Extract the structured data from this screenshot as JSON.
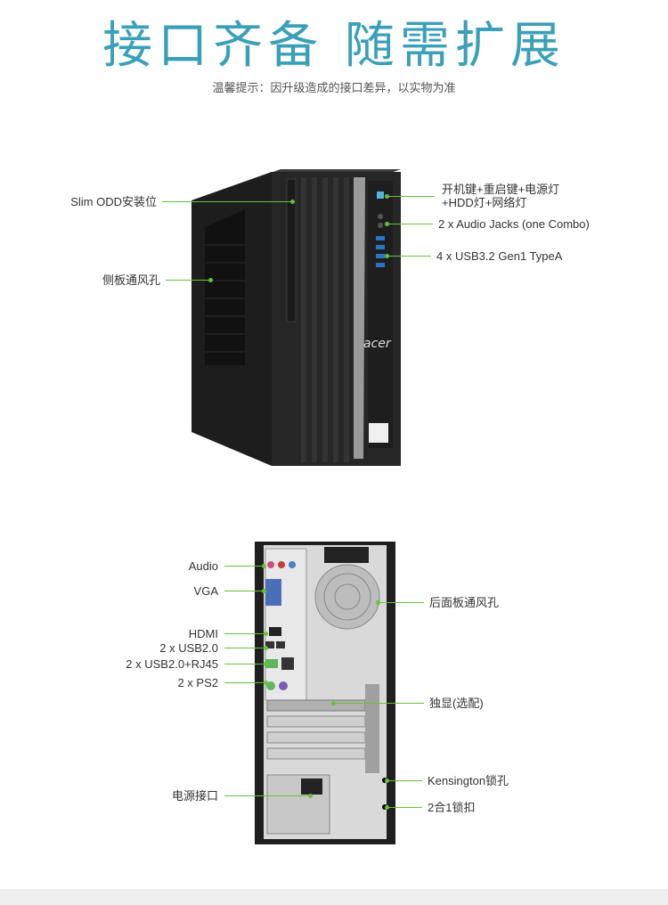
{
  "header": {
    "title": "接口齐备 随需扩展",
    "subtitle": "温馨提示：因升级造成的接口差异，以实物为准"
  },
  "front": {
    "brand_logo": "acer",
    "callouts": {
      "odd": "Slim ODD安装位",
      "side_vent": "侧板通风孔",
      "power_keys_line1": "开机键+重启键+电源灯",
      "power_keys_line2": "+HDD灯+网络灯",
      "audio_jacks": "2 x Audio Jacks (one Combo)",
      "usb32": "4 x USB3.2 Gen1 TypeA"
    }
  },
  "rear": {
    "callouts": {
      "audio": "Audio",
      "vga": "VGA",
      "hdmi": "HDMI",
      "usb20": "2 x USB2.0",
      "usb20_rj45": "2 x USB2.0+RJ45",
      "ps2": "2 x PS2",
      "power_socket": "电源接口",
      "rear_vent": "后面板通风孔",
      "gpu": "独显(选配)",
      "kensington": "Kensington锁孔",
      "lock": "2合1锁扣"
    }
  },
  "colors": {
    "accent_title": "#3aa0b9",
    "callout_line": "#6abf3a",
    "chassis": "#222222"
  }
}
